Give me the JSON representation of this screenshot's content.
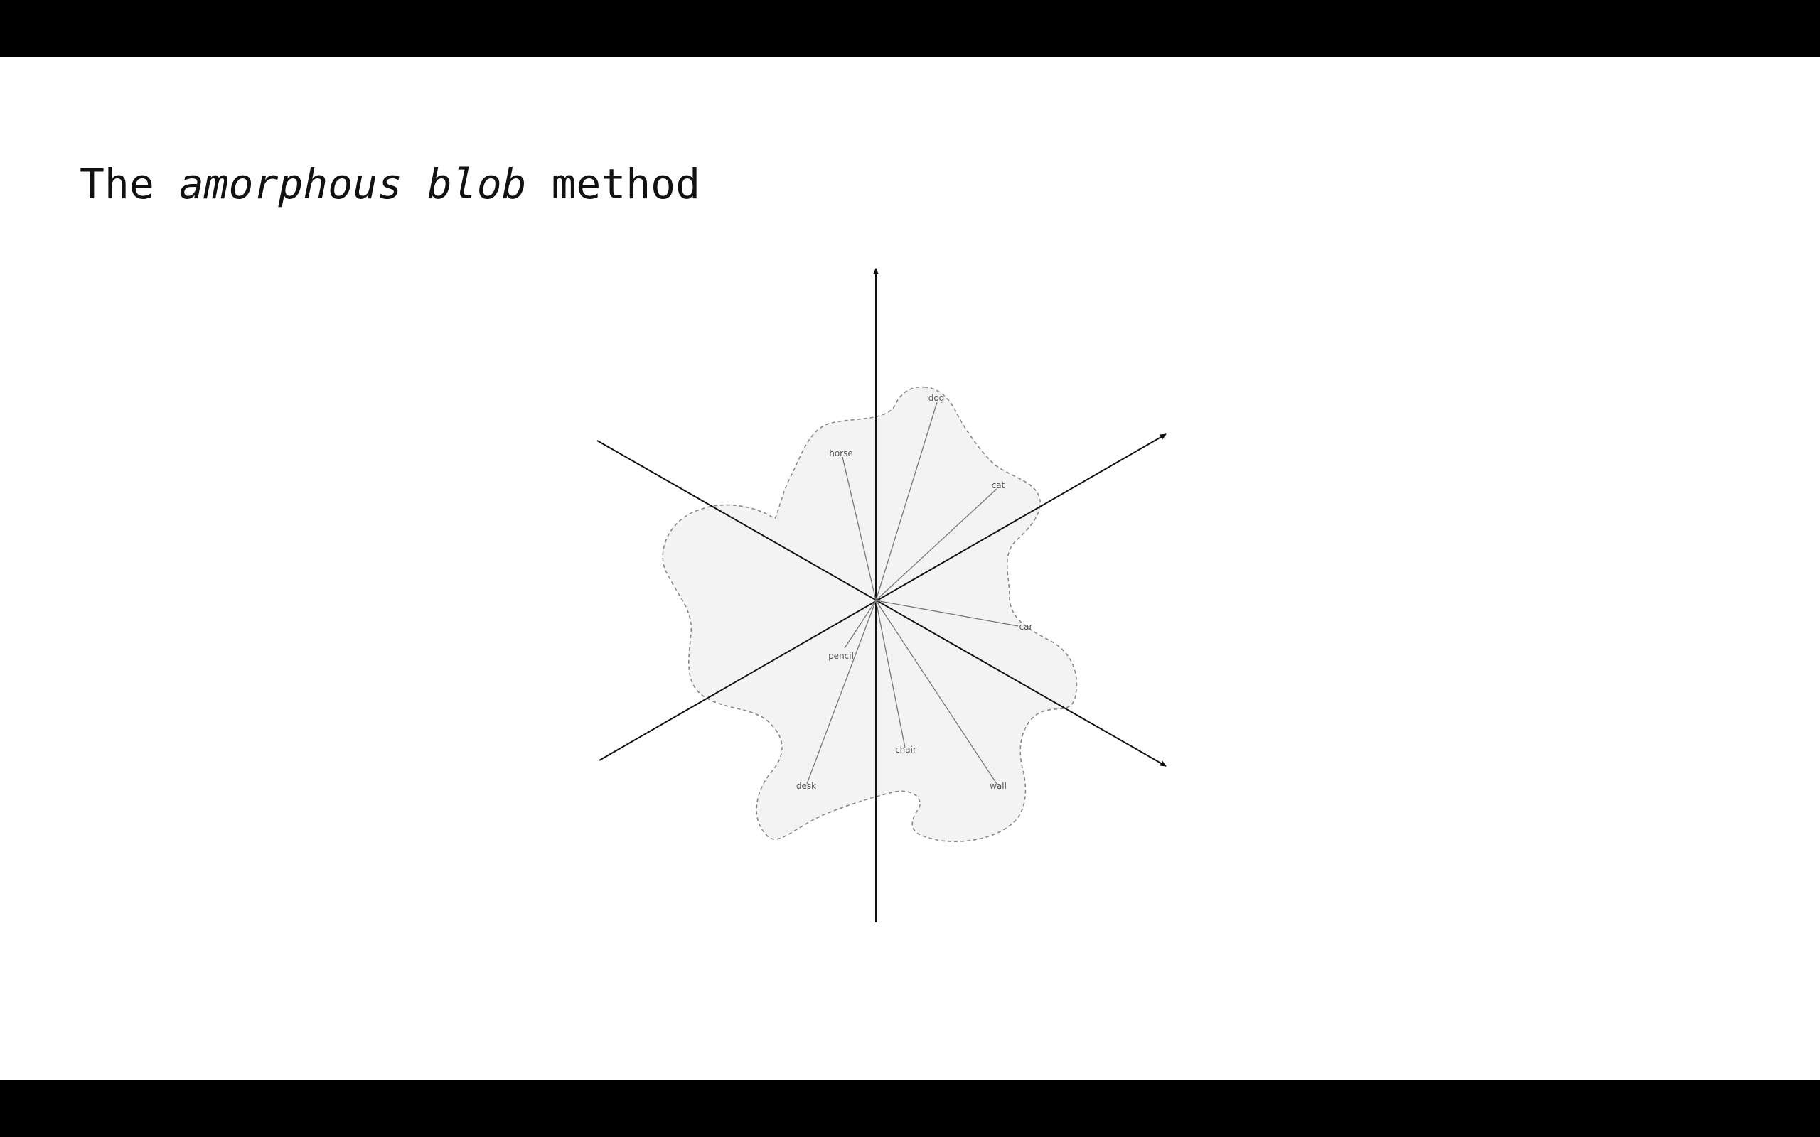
{
  "slide": {
    "title_prefix": "The ",
    "title_emphasis": "amorphous blob",
    "title_suffix": " method"
  },
  "diagram": {
    "words": [
      {
        "id": "dog",
        "label": "dog"
      },
      {
        "id": "horse",
        "label": "horse"
      },
      {
        "id": "cat",
        "label": "cat"
      },
      {
        "id": "car",
        "label": "car"
      },
      {
        "id": "pencil",
        "label": "pencil"
      },
      {
        "id": "chair",
        "label": "chair"
      },
      {
        "id": "desk",
        "label": "desk"
      },
      {
        "id": "wall",
        "label": "wall"
      }
    ],
    "colors": {
      "blob_fill": "#f3f3f3",
      "blob_outline": "#888888",
      "axis": "#111111",
      "vector": "#777777",
      "label": "#555555"
    }
  }
}
